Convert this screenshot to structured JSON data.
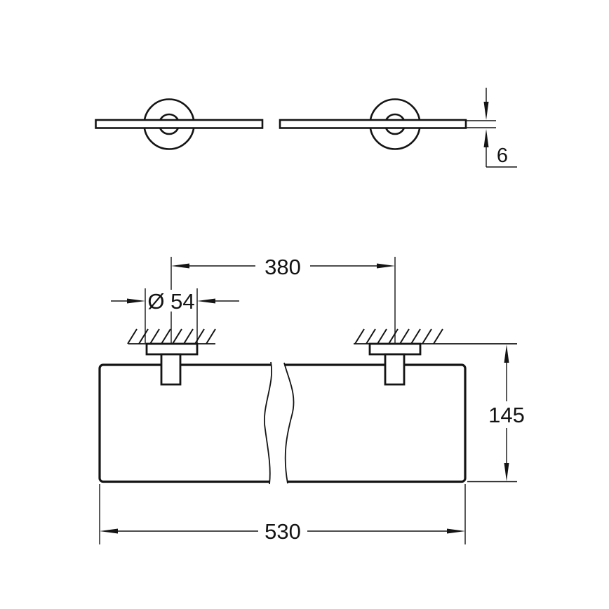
{
  "drawing": {
    "kind": "technical-dimension-drawing",
    "background": "#ffffff",
    "line_color": "#141414",
    "labels": {
      "thickness": "6",
      "mount_spacing": "380",
      "mount_diameter": "Ø 54",
      "height": "145",
      "width": "530"
    }
  }
}
